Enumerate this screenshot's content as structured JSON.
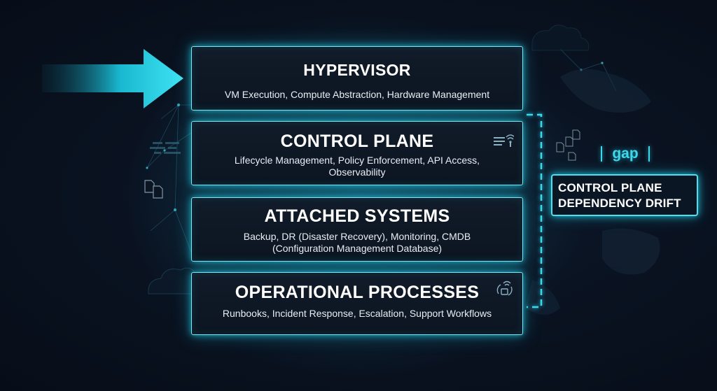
{
  "layers": [
    {
      "title": "HYPERVISOR",
      "description": "VM Execution, Compute Abstraction, Hardware Management"
    },
    {
      "title": "CONTROL PLANE",
      "description": "Lifecycle Management, Policy Enforcement, API Access, Observability"
    },
    {
      "title": "ATTACHED SYSTEMS",
      "description": "Backup, DR (Disaster Recovery), Monitoring, CMDB (Configuration Management Database)"
    },
    {
      "title": "OPERATIONAL PROCESSES",
      "description": "Runbooks, Incident Response, Escalation, Support Workflows"
    }
  ],
  "gap_label": "gap",
  "callout": {
    "line1": "CONTROL PLANE",
    "line2": "DEPENDENCY DRIFT"
  },
  "colors": {
    "accent": "#22d3ee",
    "background": "#0a1322",
    "box_fill": "#0f1825",
    "text": "#ffffff"
  },
  "icons": [
    "arrow-right-icon",
    "document-icon",
    "cloud-icon",
    "network-lines-icon",
    "server-wifi-icon",
    "refresh-wifi-icon",
    "bracket-icon"
  ]
}
